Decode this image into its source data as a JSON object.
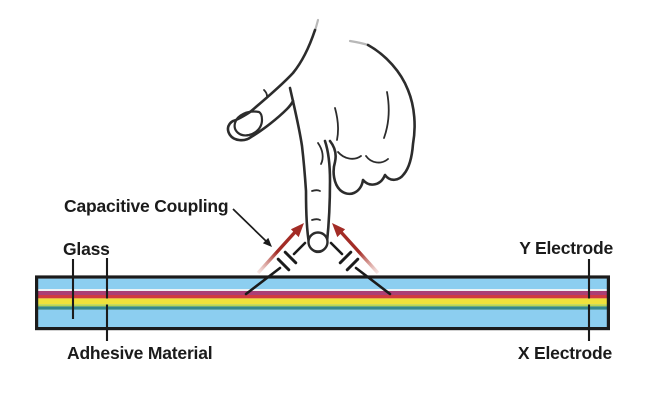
{
  "diagram": {
    "type": "capacitive-touchscreen-cross-section",
    "labels": {
      "capacitive_coupling": "Capacitive Coupling",
      "glass": "Glass",
      "y_electrode": "Y Electrode",
      "adhesive_material": "Adhesive Material",
      "x_electrode": "X Electrode"
    },
    "colors": {
      "glass_blue": "#8CCEF0",
      "separator_white": "#EDF3F5",
      "y_electrode_magenta": "#AB3F75",
      "electrode_red": "#D13B40",
      "adhesive_yellow": "#EFE13C",
      "adhesive_green": "#B9D44E",
      "x_electrode_teal": "#35878D",
      "arrow_red": "#A32C26",
      "ink": "#1B1B1B"
    }
  }
}
